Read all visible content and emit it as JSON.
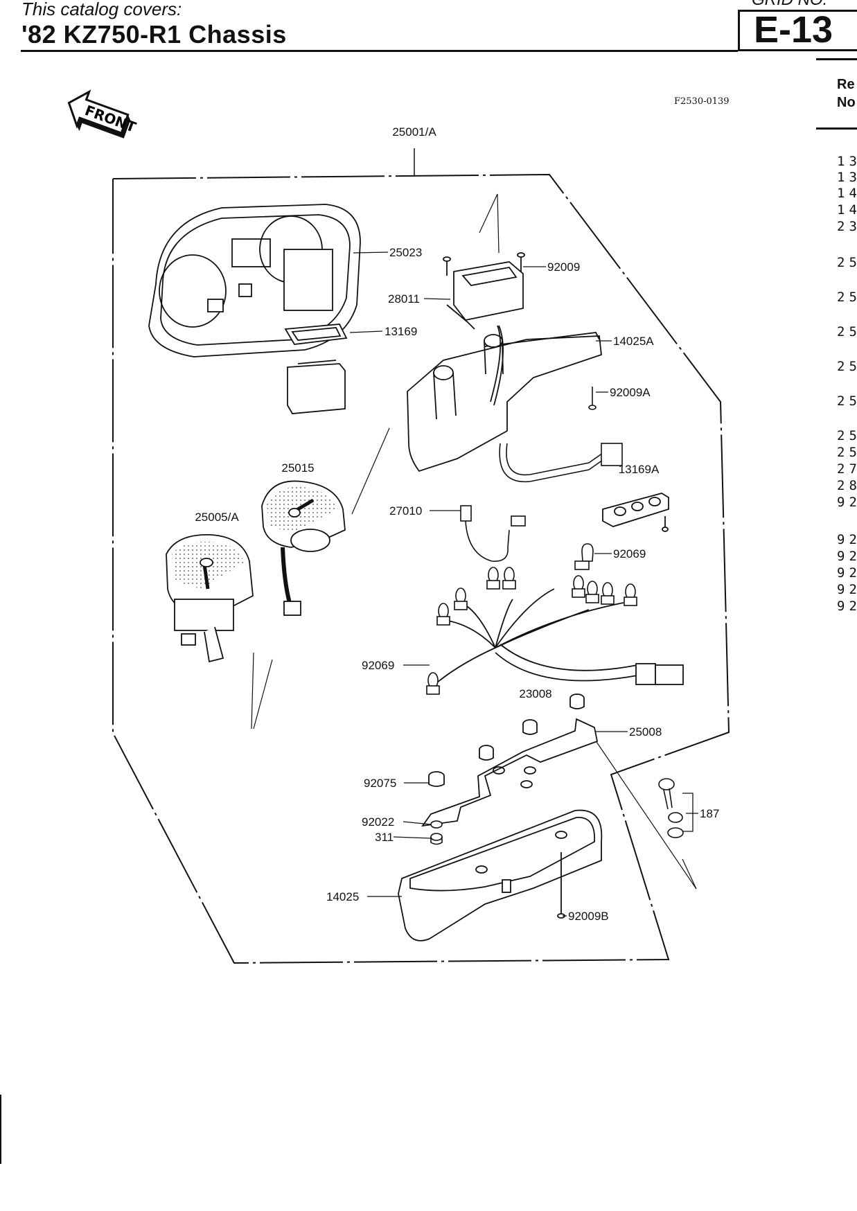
{
  "header": {
    "subtitle": "This catalog covers:",
    "title": "'82 KZ750-R1 Chassis",
    "grid_label": "GRID NO.",
    "grid_number": "E-13"
  },
  "figure": {
    "code": "F2530-0139",
    "front_label": "FRONT"
  },
  "parts_table": {
    "heading_line1": "Re",
    "heading_line2": "No",
    "ref_prefixes": [
      "13",
      "13",
      "14",
      "14",
      "23",
      "25",
      "25",
      "25",
      "25",
      "25",
      "25",
      "25",
      "27",
      "28",
      "92",
      "92",
      "92",
      "92",
      "92",
      "92"
    ]
  },
  "callouts": [
    "25001/A",
    "25023",
    "92009",
    "28011",
    "14025A",
    "13169",
    "92009A",
    "25015",
    "25005/A",
    "13169A",
    "27010",
    "92069",
    "92069",
    "23008",
    "25008",
    "92075",
    "92022",
    "311",
    "14025",
    "92009B",
    "187"
  ]
}
